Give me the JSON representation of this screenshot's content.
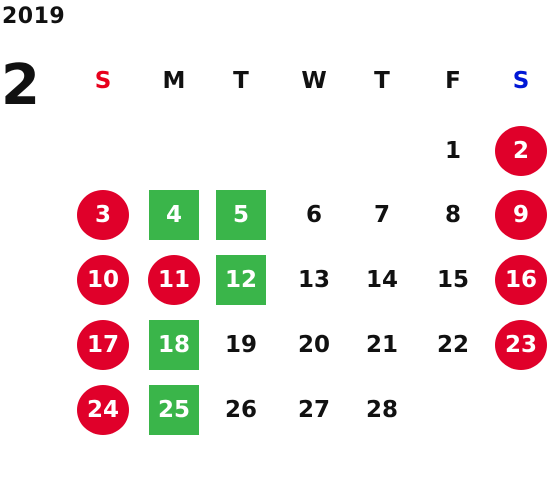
{
  "calendar": {
    "year": "2019",
    "month": "2",
    "weekdays": [
      {
        "label": "S",
        "color": "#e8001c"
      },
      {
        "label": "M",
        "color": "#111111"
      },
      {
        "label": "T",
        "color": "#111111"
      },
      {
        "label": "W",
        "color": "#111111"
      },
      {
        "label": "T",
        "color": "#111111"
      },
      {
        "label": "F",
        "color": "#111111"
      },
      {
        "label": "S",
        "color": "#0017d6"
      }
    ],
    "first_weekday_index": 5,
    "days_in_month": 28,
    "holiday_days": [
      2,
      3,
      9,
      10,
      11,
      16,
      17,
      23,
      24
    ],
    "special_days": [
      4,
      5,
      12,
      18,
      25
    ],
    "colors": {
      "holiday": "#e0002a",
      "special": "#3ab54a"
    },
    "days": [
      {
        "label": "1"
      },
      {
        "label": "2"
      },
      {
        "label": "3"
      },
      {
        "label": "4"
      },
      {
        "label": "5"
      },
      {
        "label": "6"
      },
      {
        "label": "7"
      },
      {
        "label": "8"
      },
      {
        "label": "9"
      },
      {
        "label": "10"
      },
      {
        "label": "11"
      },
      {
        "label": "12"
      },
      {
        "label": "13"
      },
      {
        "label": "14"
      },
      {
        "label": "15"
      },
      {
        "label": "16"
      },
      {
        "label": "17"
      },
      {
        "label": "18"
      },
      {
        "label": "19"
      },
      {
        "label": "20"
      },
      {
        "label": "21"
      },
      {
        "label": "22"
      },
      {
        "label": "23"
      },
      {
        "label": "24"
      },
      {
        "label": "25"
      },
      {
        "label": "26"
      },
      {
        "label": "27"
      },
      {
        "label": "28"
      }
    ]
  }
}
